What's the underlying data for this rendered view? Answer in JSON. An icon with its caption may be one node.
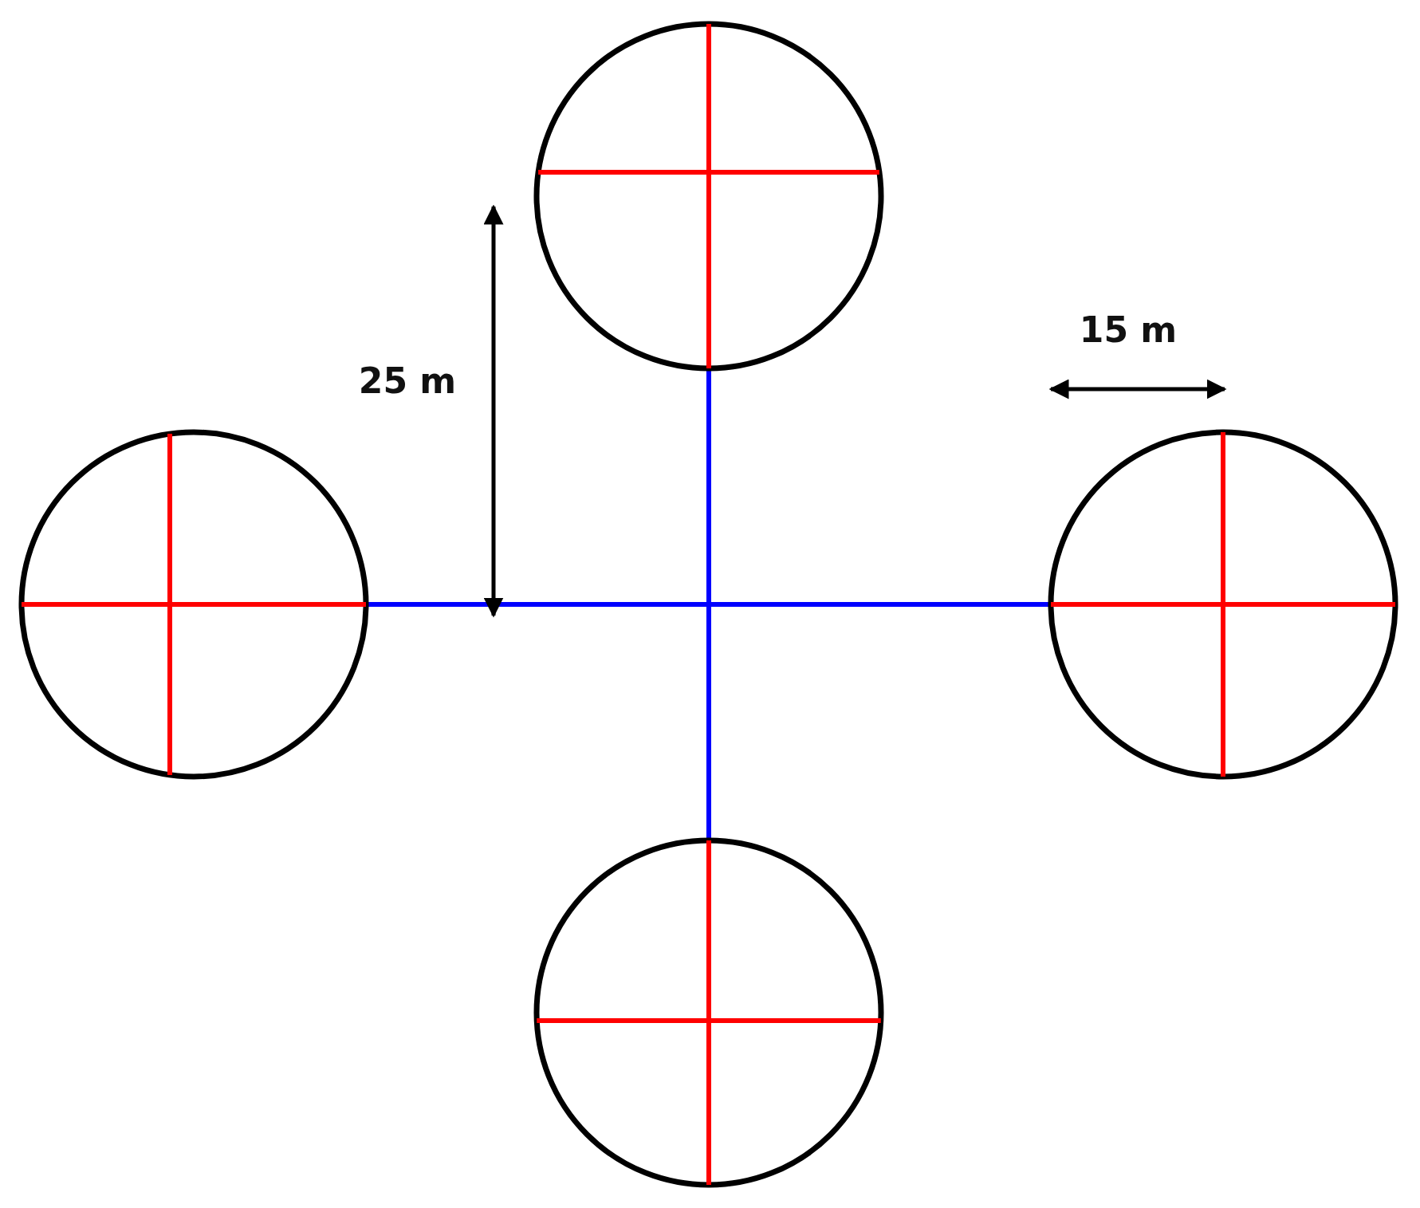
{
  "diagram": {
    "nodes": [
      {
        "text": [],
        "shape": "circle"
      },
      {
        "text": [],
        "shape": "circle"
      },
      {
        "text": [],
        "shape": "circle"
      },
      {
        "text": [],
        "shape": "circle"
      }
    ],
    "edges": [
      {
        "from": 1,
        "to": 2,
        "arrow": "none"
      },
      {
        "from": 0,
        "to": 3,
        "arrow": "none"
      }
    ],
    "labels": [
      "15 m",
      "25 m"
    ]
  }
}
